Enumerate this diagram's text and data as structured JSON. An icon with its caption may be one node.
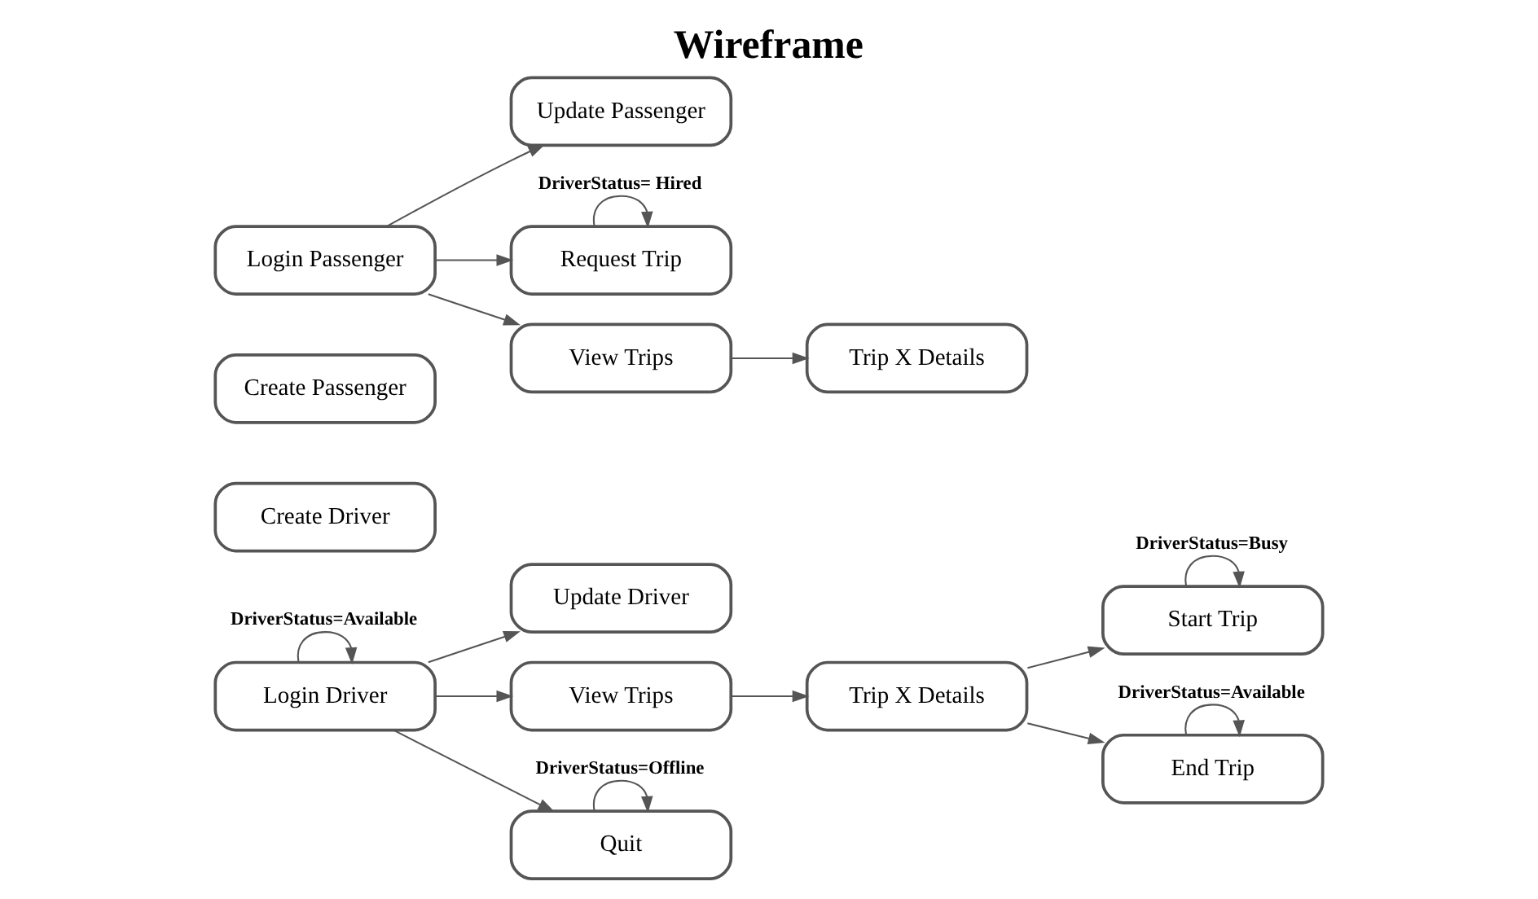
{
  "diagram": {
    "title": "Wireframe",
    "nodes": [
      {
        "text": [
          "Login Passenger"
        ]
      },
      {
        "text": [
          "Update Passenger"
        ]
      },
      {
        "text": [
          "Request Trip"
        ]
      },
      {
        "text": [
          "View Trips"
        ]
      },
      {
        "text": [
          "Trip X Details"
        ]
      },
      {
        "text": [
          "Create Passenger"
        ]
      },
      {
        "text": [
          "Create Driver"
        ]
      },
      {
        "text": [
          "Login Driver"
        ]
      },
      {
        "text": [
          "Update Driver"
        ]
      },
      {
        "text": [
          "View Trips"
        ]
      },
      {
        "text": [
          "Trip X Details"
        ]
      },
      {
        "text": [
          "Start Trip"
        ]
      },
      {
        "text": [
          "End Trip"
        ]
      },
      {
        "text": [
          "Quit"
        ]
      }
    ],
    "edges": [
      {
        "from": 0,
        "to": 1,
        "arrow": "to"
      },
      {
        "from": 0,
        "to": 2,
        "arrow": "to"
      },
      {
        "from": 0,
        "to": 3,
        "arrow": "to"
      },
      {
        "from": 2,
        "to": 2,
        "arrow": "to",
        "label": "DriverStatus= Hired"
      },
      {
        "from": 3,
        "to": 4,
        "arrow": "to"
      },
      {
        "from": 7,
        "to": 8,
        "arrow": "to"
      },
      {
        "from": 7,
        "to": 9,
        "arrow": "to"
      },
      {
        "from": 7,
        "to": 13,
        "arrow": "to"
      },
      {
        "from": 7,
        "to": 7,
        "arrow": "to",
        "label": "DriverStatus=Available"
      },
      {
        "from": 9,
        "to": 10,
        "arrow": "to"
      },
      {
        "from": 10,
        "to": 11,
        "arrow": "to"
      },
      {
        "from": 10,
        "to": 12,
        "arrow": "to"
      },
      {
        "from": 11,
        "to": 11,
        "arrow": "to",
        "label": "DriverStatus=Busy"
      },
      {
        "from": 12,
        "to": 12,
        "arrow": "to",
        "label": "DriverStatus=Available"
      },
      {
        "from": 13,
        "to": 13,
        "arrow": "to",
        "label": "DriverStatus=Offline"
      }
    ]
  }
}
